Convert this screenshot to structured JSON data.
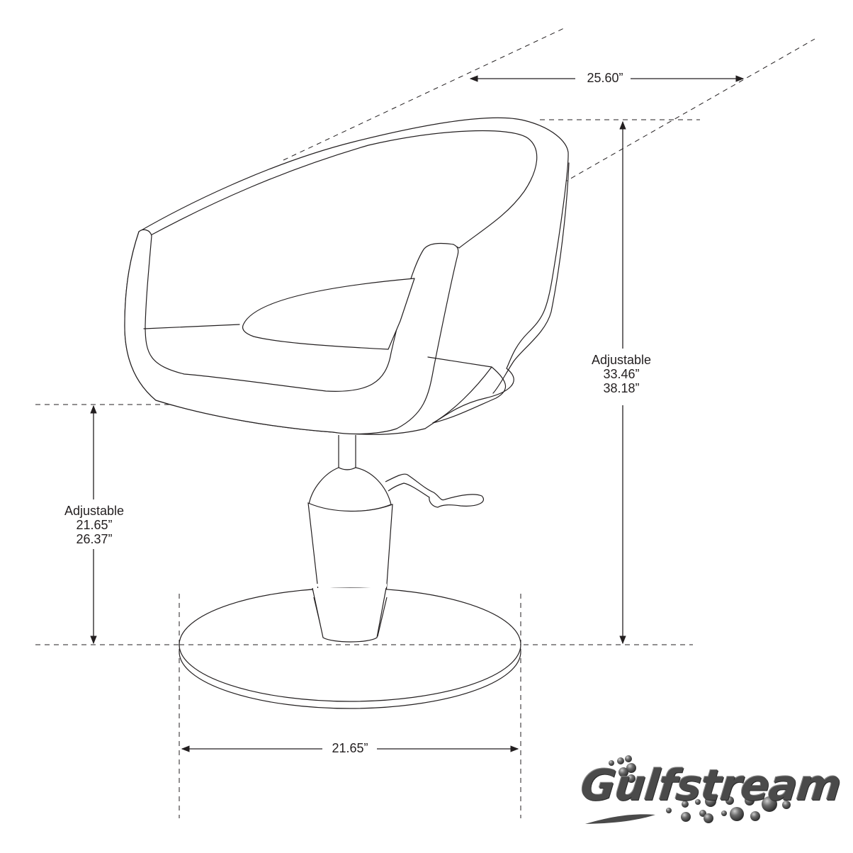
{
  "diagram": {
    "subject": "Salon styling chair dimension drawing",
    "colors": {
      "line": "#231f20",
      "dash": "#231f20",
      "background": "#ffffff",
      "logo": "#4a4a4a"
    }
  },
  "dimensions": {
    "depth": {
      "value": "25.60”"
    },
    "overall_height": {
      "label": "Adjustable",
      "min": "33.46”",
      "max": "38.18”"
    },
    "seat_height": {
      "label": "Adjustable",
      "min": "21.65”",
      "max": "26.37”"
    },
    "base_diameter": {
      "value": "21.65”"
    }
  },
  "logo": {
    "text": "Gulfstream",
    "icon": "bubbles-icon"
  }
}
